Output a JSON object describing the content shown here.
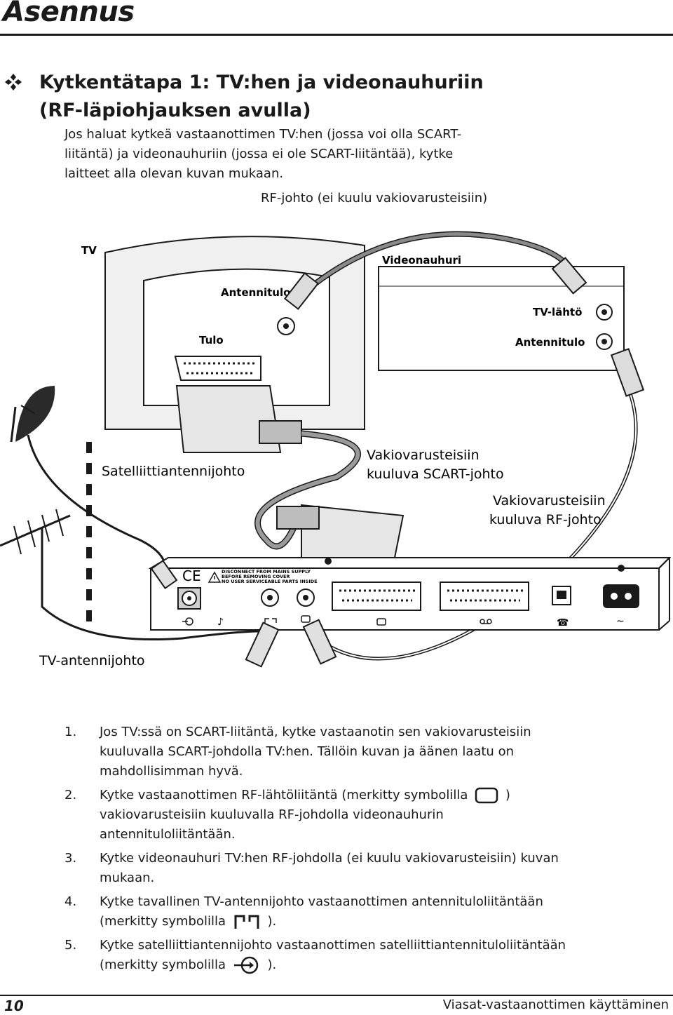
{
  "page": {
    "title": "Asennus",
    "section_heading_line1": "Kytkentätapa 1: TV:hen ja videonauhuriin",
    "section_heading_line2": "(RF-läpiohjauksen avulla)",
    "intro": "Jos haluat kytkeä vastaanottimen TV:hen (jossa voi olla SCART-liitäntä) ja videonauhuriin (jossa ei ole SCART-liitäntää), kytke laitteet alla olevan kuvan mukaan."
  },
  "diagram": {
    "rf_cable_note": "RF-johto (ei kuulu vakiovarusteisiin)",
    "tv": "TV",
    "vcr": "Videonauhuri",
    "tv_antenna_in": "Antennitulo",
    "tv_out": "TV-lähtö",
    "tulo": "Tulo",
    "vcr_antenna_in": "Antennitulo",
    "sat_cable": "Satelliittiantennijohto",
    "scart_line1": "Vakiovarusteisiin",
    "scart_line2": "kuuluva SCART-johto",
    "rf_line1": "Vakiovarusteisiin",
    "rf_line2": "kuuluva RF-johto",
    "tv_antenna_cable": "TV-antennijohto",
    "ce_mark": "CE",
    "warning_line1": "DISCONNECT FROM MAINS SUPPLY",
    "warning_line2": "BEFORE REMOVING COVER",
    "warning_line3": "NO USER SERVICEABLE PARTS INSIDE"
  },
  "steps": [
    {
      "num": "1.",
      "text": "Jos TV:ssä on SCART-liitäntä, kytke vastaanotin sen vakiovarusteisiin kuuluvalla SCART-johdolla TV:hen. Tällöin kuvan ja äänen laatu on mahdollisimman hyvä."
    },
    {
      "num": "2.",
      "text_a": "Kytke vastaanottimen RF-lähtöliitäntä (merkitty symbolilla",
      "text_b": ") vakiovarusteisiin kuuluvalla RF-johdolla videonauhurin antennituloliitäntään."
    },
    {
      "num": "3.",
      "text": "Kytke videonauhuri TV:hen RF-johdolla (ei kuulu vakiovarusteisiin) kuvan mukaan."
    },
    {
      "num": "4.",
      "text_a": "Kytke tavallinen TV-antennijohto vastaanottimen antennituloliitäntään (merkitty symbolilla",
      "text_b": ")."
    },
    {
      "num": "5.",
      "text_a": "Kytke satelliittiantennijohto vastaanottimen satelliittiantennituloliitäntään (merkitty symbolilla",
      "text_b": ")."
    }
  ],
  "footer": {
    "page_number": "10",
    "manual_title": "Viasat-vastaanottimen käyttäminen"
  },
  "icons": {
    "bullet": "diamond-cluster-icon",
    "rf_out_symbol": "tv-screen-icon",
    "antenna_in_symbol": "antenna-t-icon",
    "satellite_in_symbol": "satellite-arrow-icon"
  }
}
